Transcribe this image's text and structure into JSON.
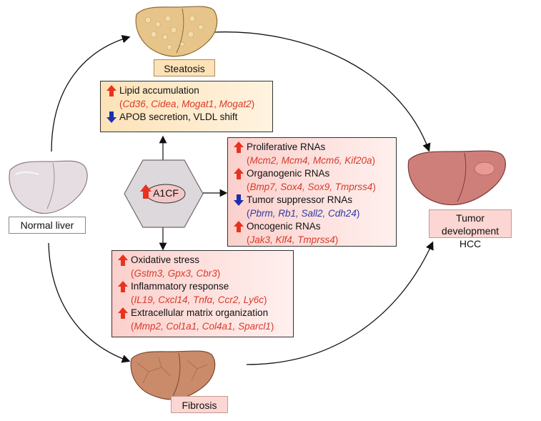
{
  "colors": {
    "up_arrow": "#e8331f",
    "down_arrow": "#1c2fb0",
    "gene_text_up": "#d83a2a",
    "gene_text_down": "#2f3aa6",
    "steatosis_box": "#fde2b8",
    "pink_box": "#fbd6d2"
  },
  "nodes": {
    "normal_liver": "Normal liver",
    "steatosis": "Steatosis",
    "fibrosis": "Fibrosis",
    "tumor_line1": "Tumor development",
    "tumor_line2": "HCC",
    "center": "A1CF"
  },
  "steatosis_box": {
    "items": [
      {
        "direction": "up",
        "text": "Lipid accumulation"
      },
      {
        "genes": [
          "Cd36",
          "Cidea",
          "Mogat1",
          "Mogat2"
        ]
      },
      {
        "direction": "down",
        "text": "APOB secretion, VLDL shift"
      }
    ]
  },
  "tumor_box": {
    "items": [
      {
        "direction": "up",
        "text": "Proliferative RNAs",
        "genes": "Mcm2, Mcm4, Mcm6, Kif20a"
      },
      {
        "direction": "up",
        "text": "Organogenic RNAs",
        "genes": "Bmp7, Sox4, Sox9, Tmprss4"
      },
      {
        "direction": "down",
        "text": "Tumor suppressor RNAs",
        "genes": "Pbrm, Rb1, Sall2, Cdh24"
      },
      {
        "direction": "up",
        "text": "Oncogenic RNAs",
        "genes": "Jak3, Klf4, Tmprss4"
      }
    ]
  },
  "fibrosis_box": {
    "items": [
      {
        "direction": "up",
        "text": "Oxidative stress",
        "genes": "Gstm3, Gpx3, Cbr3"
      },
      {
        "direction": "up",
        "text": "Inflammatory response",
        "genes": "IL19, Cxcl14, Tnfα, Ccr2, Ly6c"
      },
      {
        "direction": "up",
        "text": "Extracellular matrix organization",
        "genes": "Mmp2, Col1a1, Col4a1, Sparcl1"
      }
    ]
  },
  "icons": {
    "liver_normal": "liver-normal-icon",
    "liver_steatosis": "liver-steatosis-icon",
    "liver_fibrosis": "liver-fibrosis-icon",
    "liver_tumor": "liver-tumor-icon",
    "up": "up-arrow-icon",
    "down": "down-arrow-icon"
  }
}
